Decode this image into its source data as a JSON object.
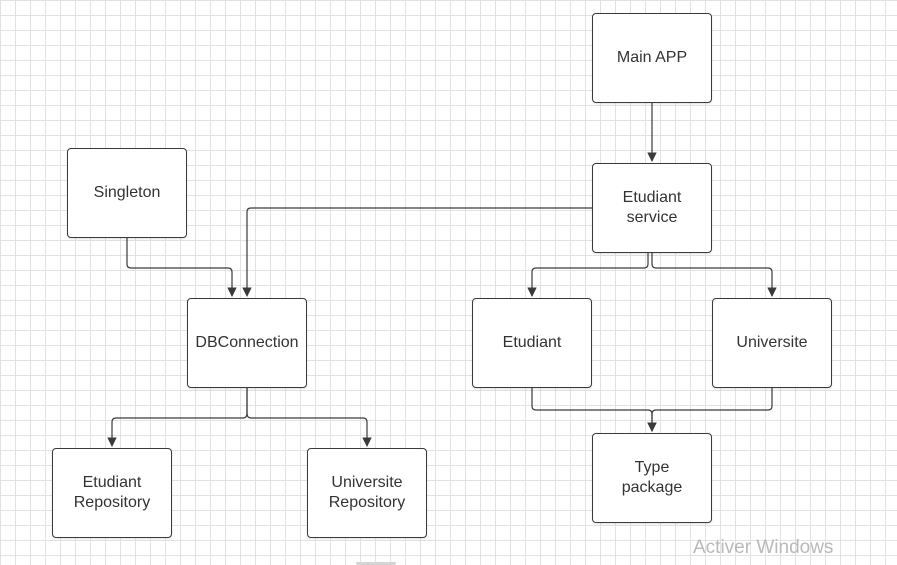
{
  "diagram": {
    "nodes": [
      {
        "id": "main_app",
        "label": "Main APP"
      },
      {
        "id": "etudiant_service",
        "label": "Etudiant\nservice"
      },
      {
        "id": "singleton",
        "label": "Singleton"
      },
      {
        "id": "dbconnection",
        "label": "DBConnection"
      },
      {
        "id": "etudiant",
        "label": "Etudiant"
      },
      {
        "id": "universite",
        "label": "Universite"
      },
      {
        "id": "etudiant_repository",
        "label": "Etudiant\nRepository"
      },
      {
        "id": "universite_repository",
        "label": "Universite\nRepository"
      },
      {
        "id": "type_package",
        "label": "Type\npackage"
      }
    ],
    "edges": [
      {
        "from": "main_app",
        "to": "etudiant_service"
      },
      {
        "from": "etudiant_service",
        "to": "dbconnection"
      },
      {
        "from": "singleton",
        "to": "dbconnection"
      },
      {
        "from": "etudiant_service",
        "to": "etudiant"
      },
      {
        "from": "etudiant_service",
        "to": "universite"
      },
      {
        "from": "dbconnection",
        "to": "etudiant_repository"
      },
      {
        "from": "dbconnection",
        "to": "universite_repository"
      },
      {
        "from": "etudiant",
        "to": "type_package"
      },
      {
        "from": "universite",
        "to": "type_package"
      }
    ],
    "line_color": "#3a3a3a"
  },
  "overlay": {
    "watermark": "Activer Windows"
  }
}
